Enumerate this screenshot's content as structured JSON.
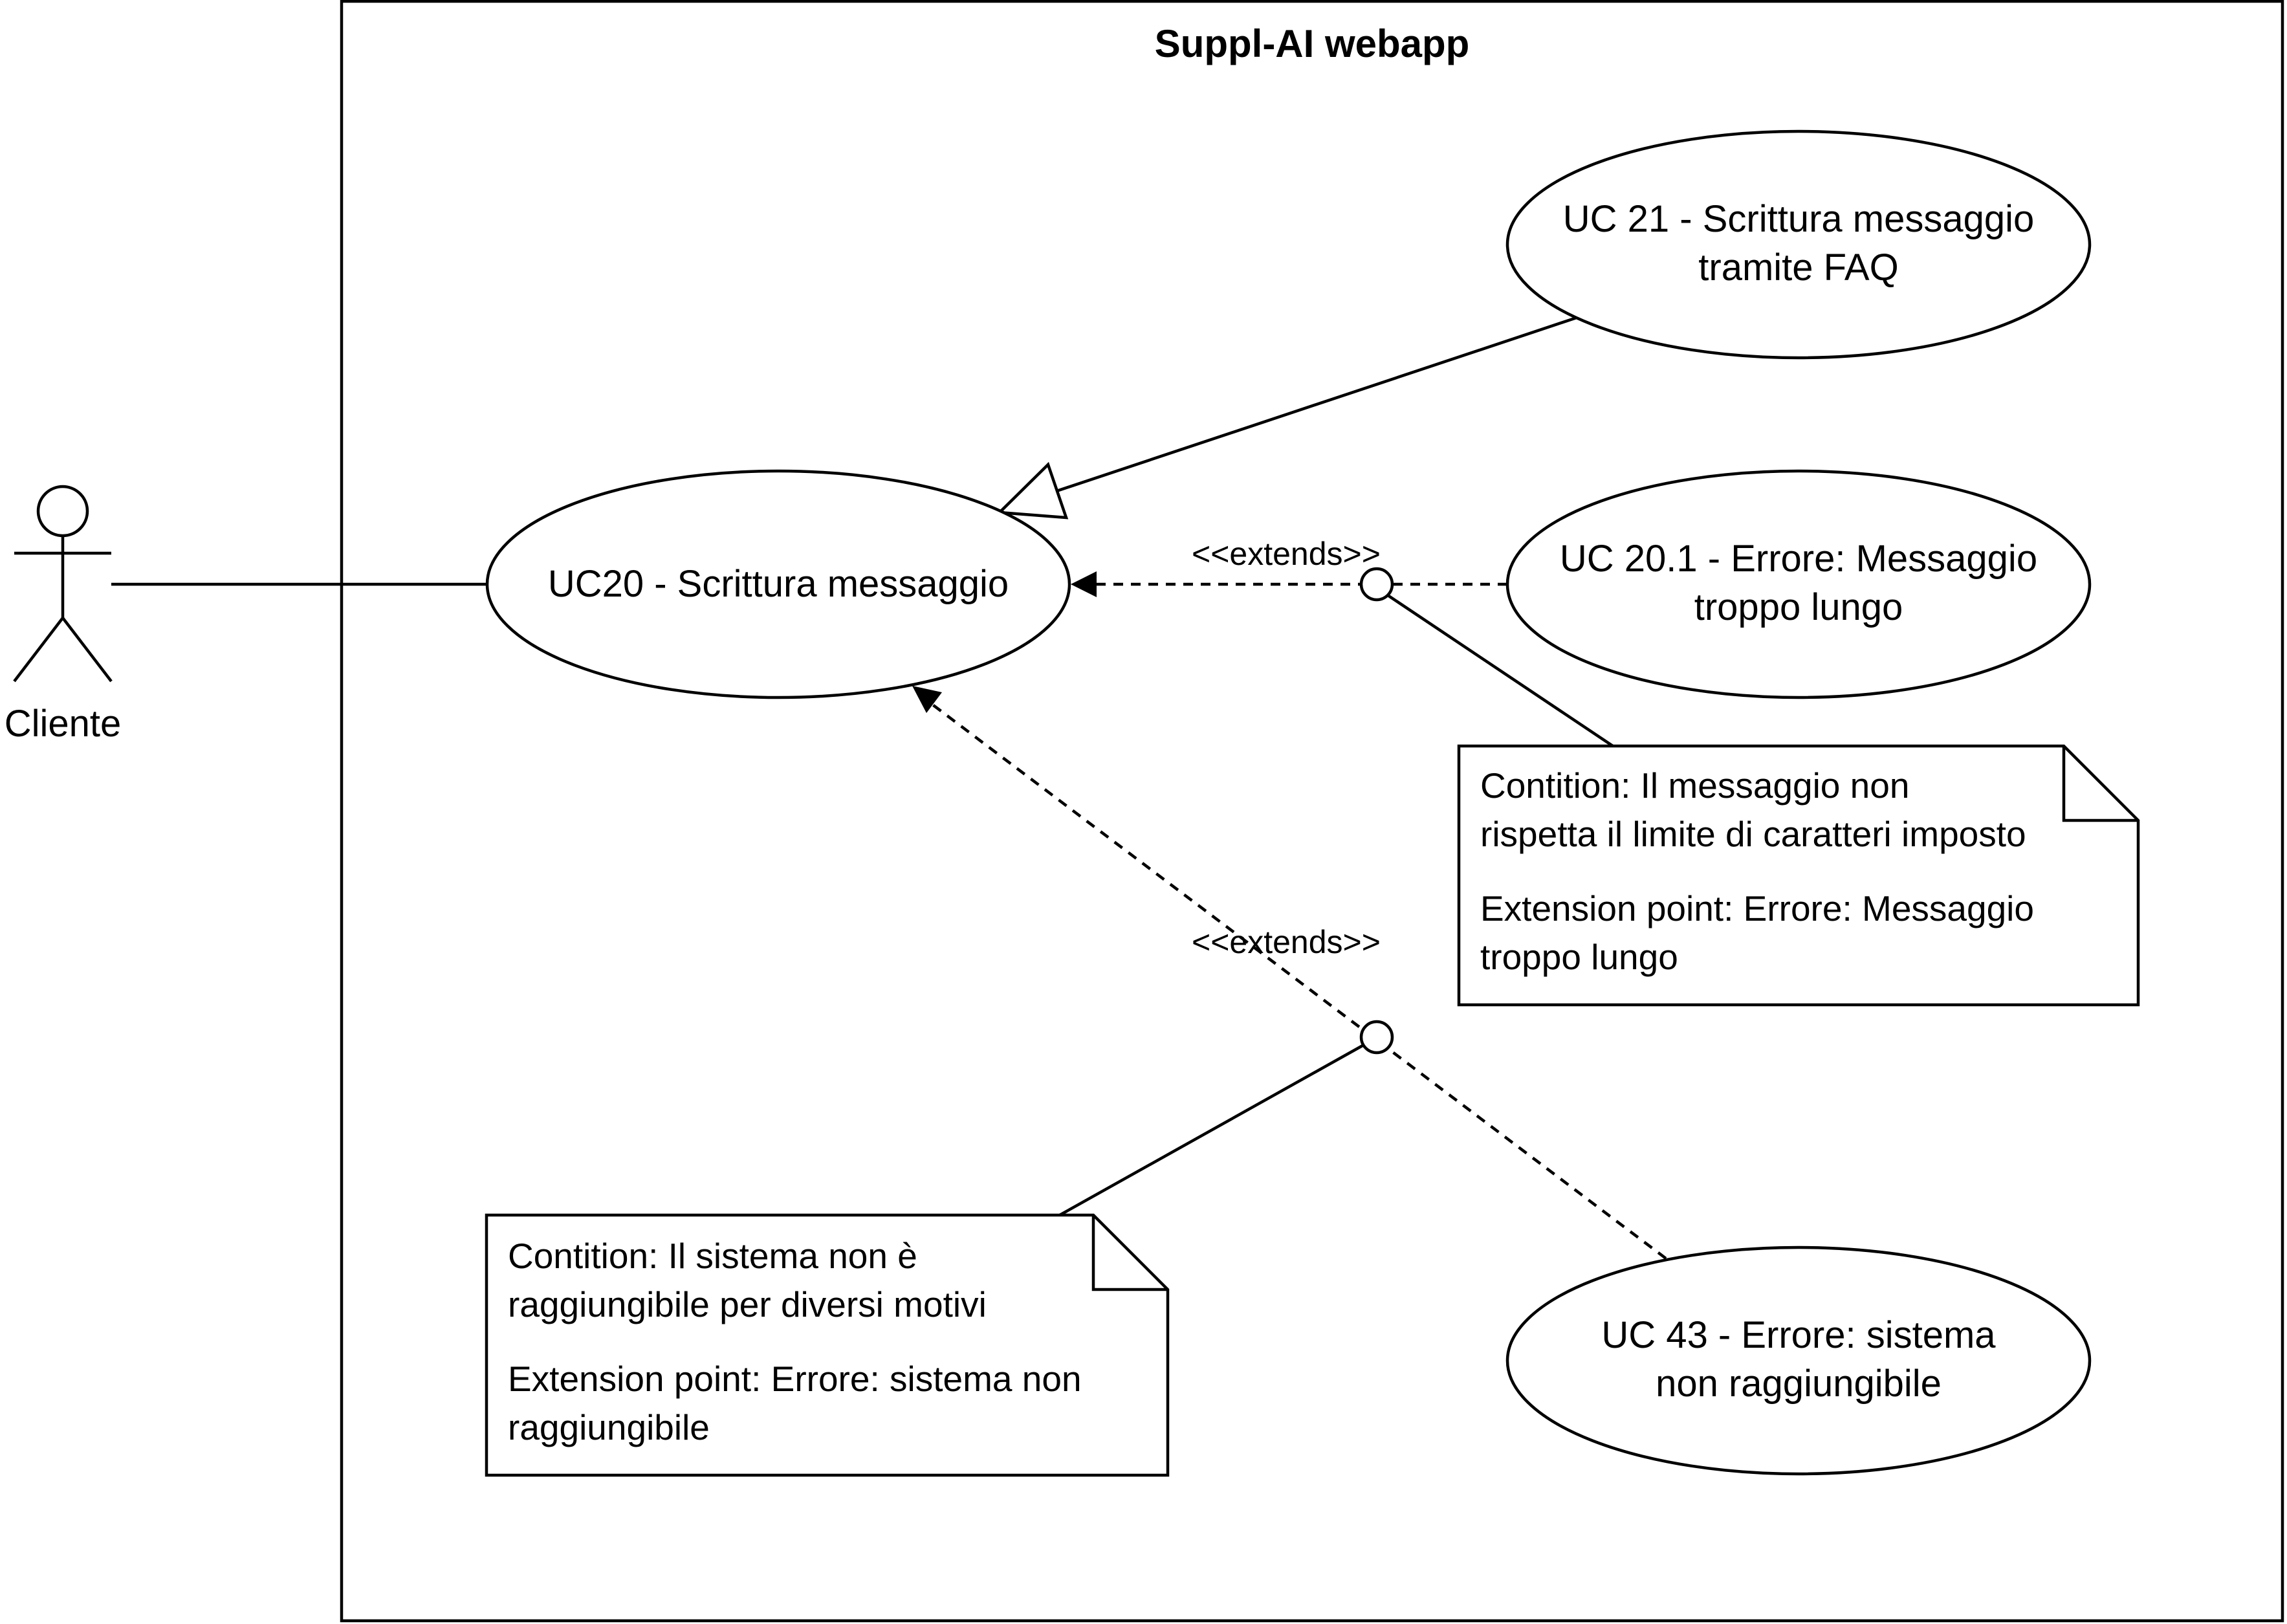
{
  "system": {
    "title": "Suppl-AI webapp"
  },
  "actor": {
    "label": "Cliente"
  },
  "use_cases": {
    "uc20": {
      "lines": [
        "UC20 - Scrittura messaggio"
      ]
    },
    "uc21": {
      "lines": [
        "UC 21 - Scrittura messaggio",
        "tramite FAQ"
      ]
    },
    "uc20_1": {
      "lines": [
        "UC 20.1 - Errore: Messaggio",
        "troppo lungo"
      ]
    },
    "uc43": {
      "lines": [
        "UC 43 - Errore: sistema",
        "non raggiungibile"
      ]
    }
  },
  "relations": {
    "extends_1": "<<extends>>",
    "extends_2": "<<extends>>"
  },
  "notes": {
    "note_1": {
      "condition": [
        "Contition: Il messaggio non",
        "rispetta il limite di caratteri imposto"
      ],
      "extension": [
        "Extension point: Errore: Messaggio",
        "troppo lungo"
      ]
    },
    "note_2": {
      "condition": [
        "Contition: Il sistema non è",
        "raggiungibile per diversi motivi"
      ],
      "extension": [
        "Extension point: Errore: sistema non",
        "raggiungibile"
      ]
    }
  }
}
